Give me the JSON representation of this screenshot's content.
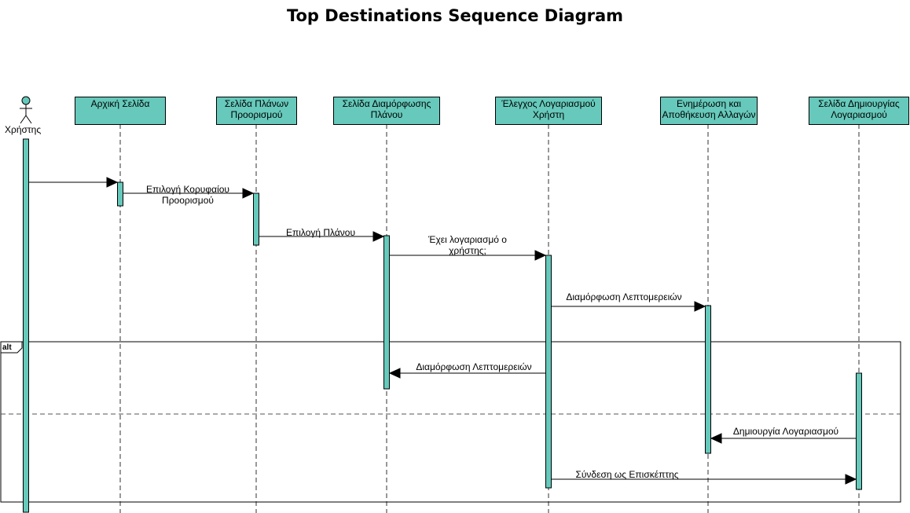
{
  "title": "Top Destinations Sequence Diagram",
  "actor": {
    "label": "Χρήστης",
    "icon": "stick-figure-icon"
  },
  "participants": [
    {
      "id": "home",
      "label": "Αρχική Σελίδα"
    },
    {
      "id": "plans",
      "label": "Σελίδα Πλάνων Προορισμού"
    },
    {
      "id": "config",
      "label": "Σελίδα Διαμόρφωσης Πλάνου"
    },
    {
      "id": "check",
      "label": "Έλεγχος Λογαριασμού Χρήστη"
    },
    {
      "id": "update",
      "label": "Ενημέρωση και Αποθήκευση Αλλαγών"
    },
    {
      "id": "create",
      "label": "Σελίδα Δημιουργίας Λογαριασμού"
    }
  ],
  "messages": [
    {
      "from": "actor",
      "to": "home",
      "label": ""
    },
    {
      "from": "home",
      "to": "plans",
      "label": "Επιλογή Κορυφαίου Προορισμού"
    },
    {
      "from": "plans",
      "to": "config",
      "label": "Επιλογή Πλάνου"
    },
    {
      "from": "config",
      "to": "check",
      "label": "Έχει λογαριασμό ο χρήστης;"
    },
    {
      "from": "check",
      "to": "update",
      "label": "Διαμόρφωση Λεπτομερειών"
    },
    {
      "from": "check",
      "to": "config",
      "label": "Διαμόρφωση Λεπτομερειών"
    },
    {
      "from": "create",
      "to": "update",
      "label": "Δημιουργία Λογαριασμού"
    },
    {
      "from": "check",
      "to": "create",
      "label": "Σύνδεση ως Επισκέπτης"
    }
  ],
  "fragment": {
    "label": "alt"
  },
  "colors": {
    "activation": "#66c9bb",
    "line": "#000000"
  }
}
